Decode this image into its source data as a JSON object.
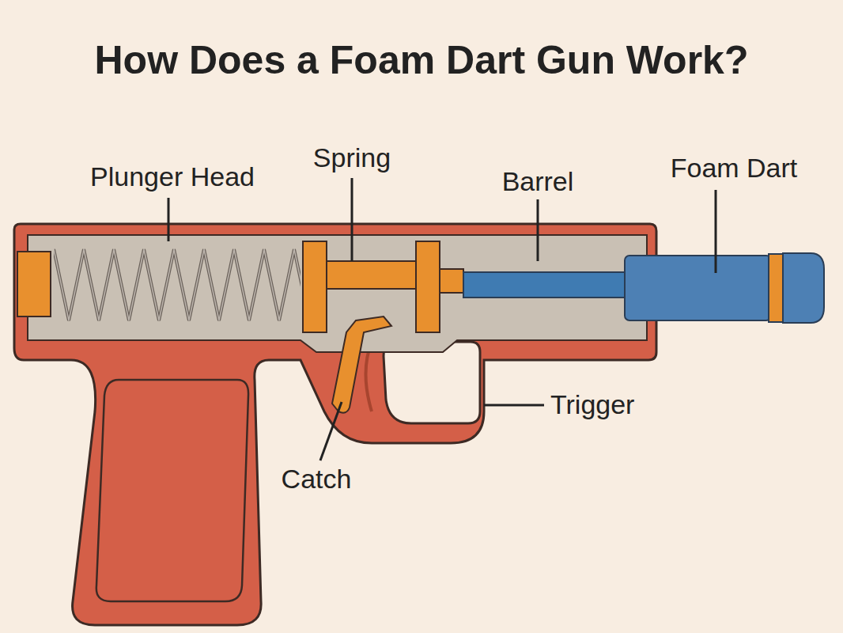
{
  "diagram": {
    "title": "How Does a Foam Dart Gun Work?",
    "labels": [
      "Plunger Head",
      "Spring",
      "Barrel",
      "Foam Dart",
      "Trigger",
      "Catch"
    ]
  }
}
